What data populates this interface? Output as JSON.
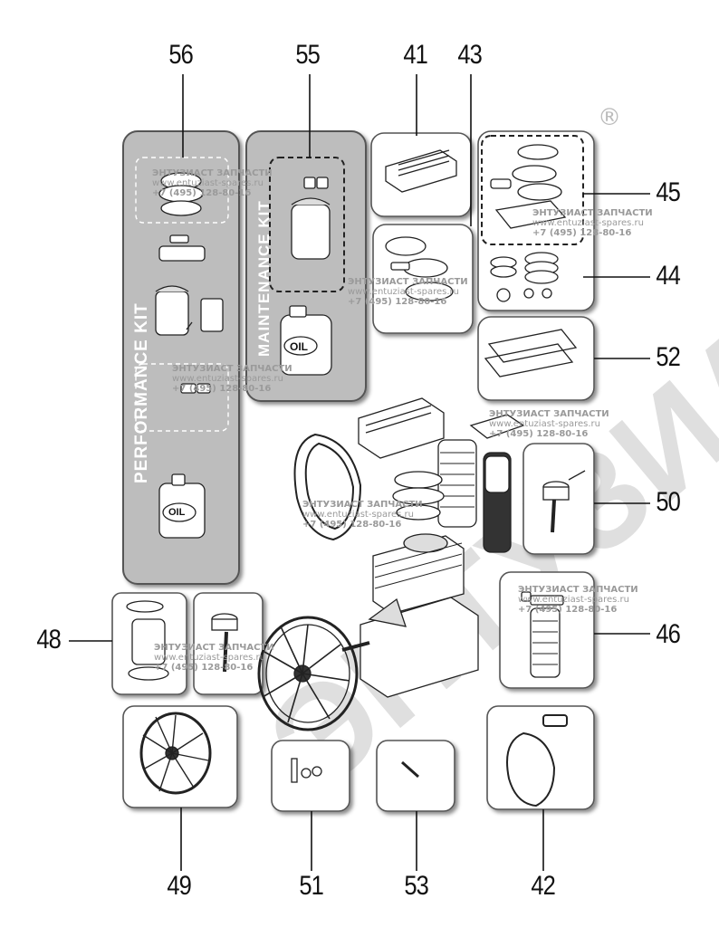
{
  "diagram": {
    "callouts": {
      "c56": "56",
      "c55": "55",
      "c41": "41",
      "c43": "43",
      "c45": "45",
      "c44": "44",
      "c52": "52",
      "c50": "50",
      "c46": "46",
      "c48": "48",
      "c49": "49",
      "c51": "51",
      "c53": "53",
      "c42": "42"
    },
    "kit_labels": {
      "performance": "PERFORMANCE KIT",
      "maintenance": "MAINTENANCE KIT"
    },
    "oil_label": "OIL",
    "watermark": {
      "company": "ЭНТУЗИАСТ ЗАПЧАСТИ",
      "site": "www.entuziast-spares.ru",
      "phone": "+7 (495) 128-80-16"
    },
    "registered_mark": "®"
  },
  "colors": {
    "panel_fill": "#bdbdbd",
    "panel_stroke": "#555555",
    "line": "#222222",
    "watermark": "#9a9a9a"
  }
}
